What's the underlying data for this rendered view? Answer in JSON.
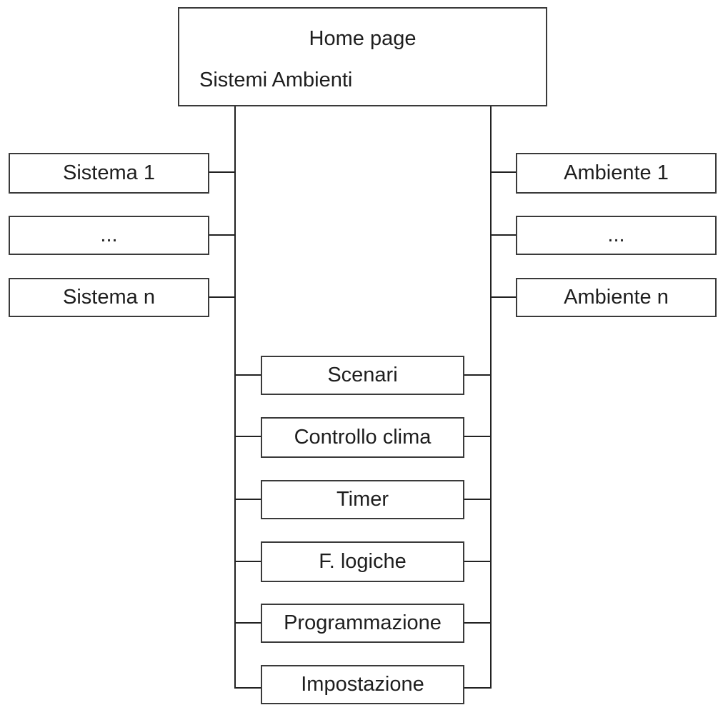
{
  "diagram": {
    "root": {
      "title": "Home page",
      "subtitle": "Sistemi Ambienti"
    },
    "left_branch": [
      "Sistema 1",
      "...",
      "Sistema n"
    ],
    "right_branch": [
      "Ambiente 1",
      "...",
      "Ambiente n"
    ],
    "center_branch": [
      "Scenari",
      "Controllo clima",
      "Timer",
      "F. logiche",
      "Programmazione",
      "Impostazione"
    ]
  }
}
